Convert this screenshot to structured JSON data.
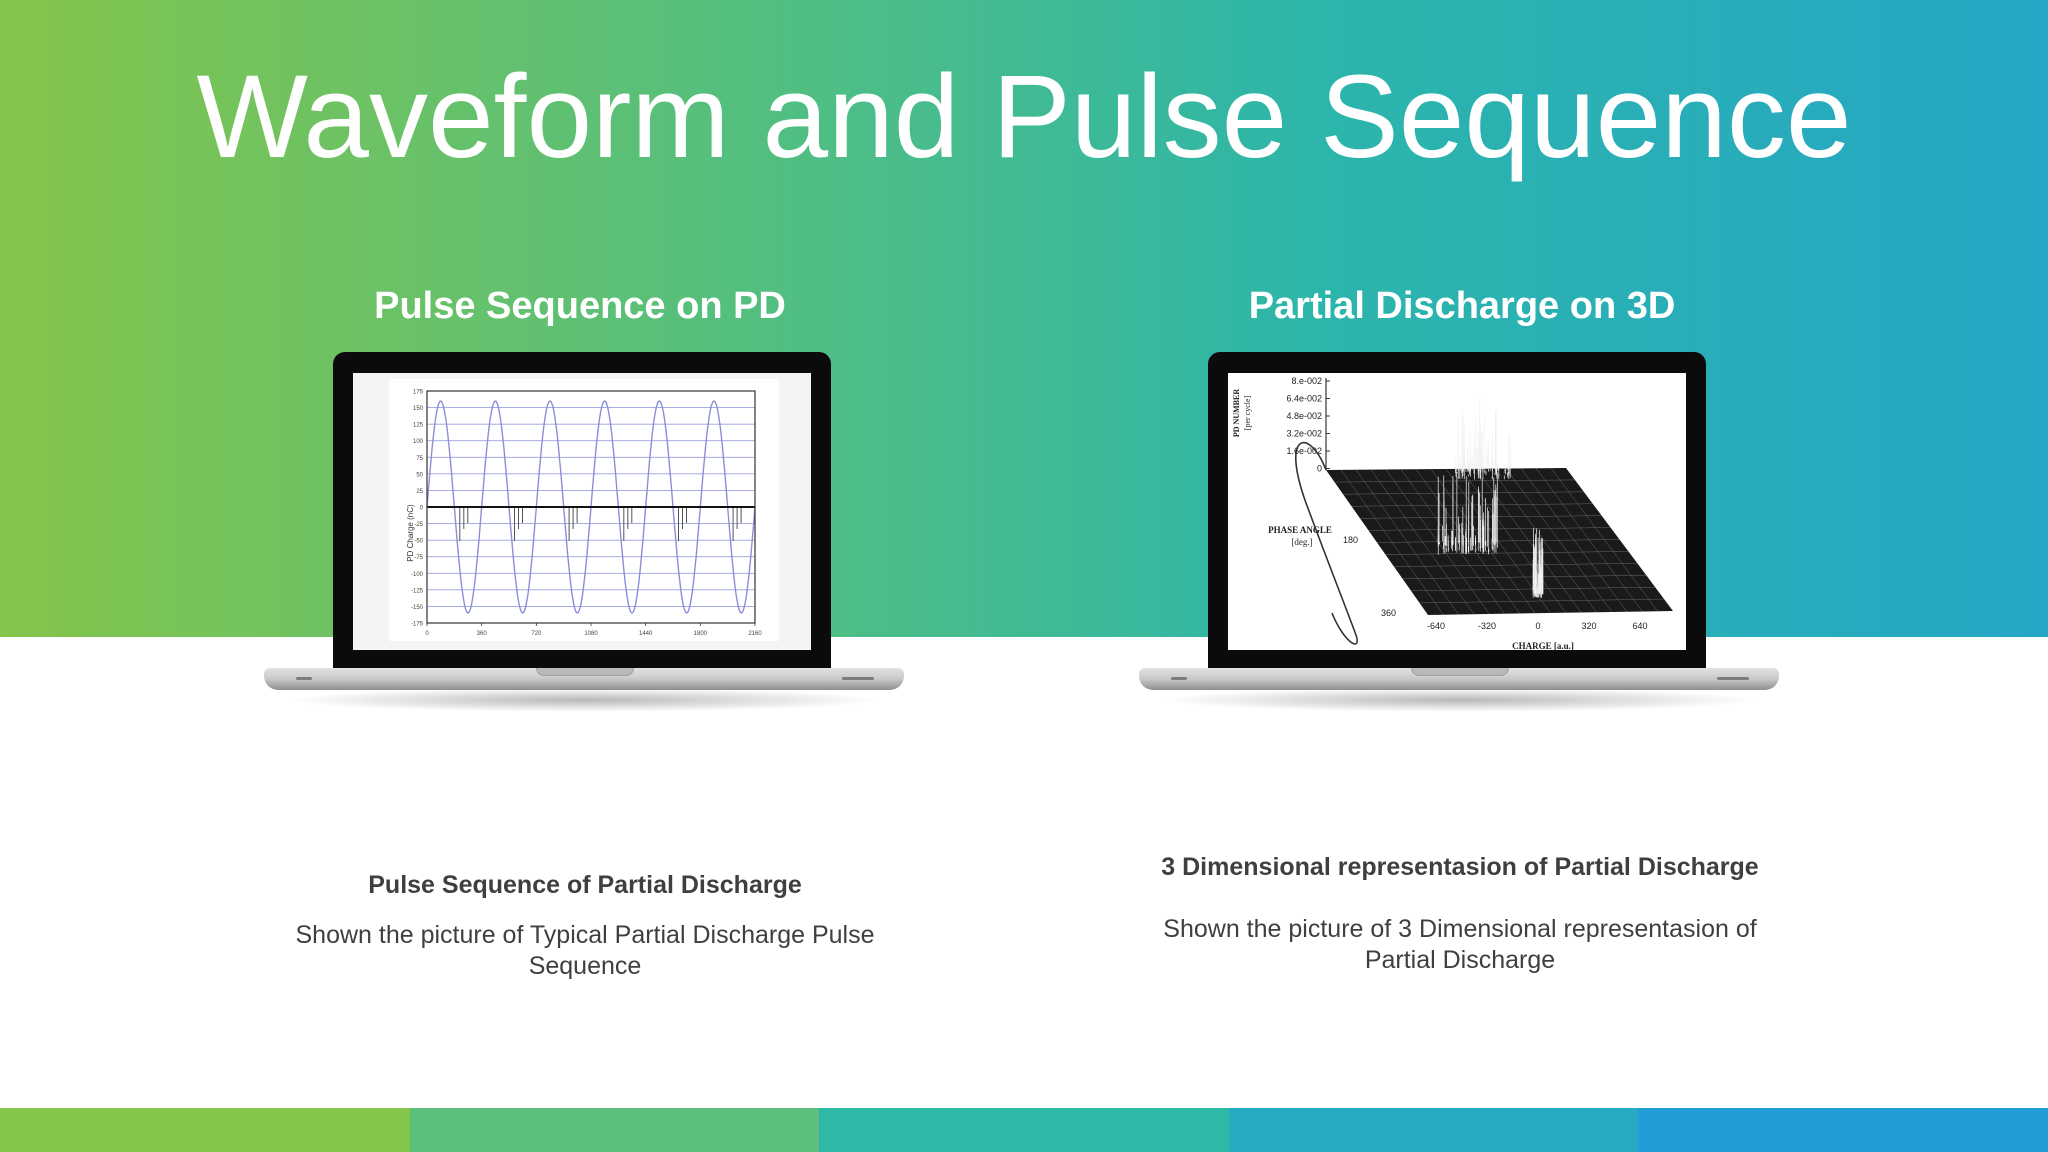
{
  "slide": {
    "title": "Waveform and Pulse Sequence"
  },
  "left": {
    "heading": "Pulse Sequence on PD",
    "caption_title": "Pulse Sequence of Partial Discharge",
    "caption_body": "Shown the picture of Typical Partial Discharge Pulse Sequence",
    "chart": {
      "ylabel": "PD Charge (nC)",
      "yticks": [
        "175",
        "150",
        "125",
        "100",
        "75",
        "50",
        "25",
        "0",
        "-25",
        "-50",
        "-75",
        "-100",
        "-125",
        "-150",
        "-175"
      ],
      "xticks": [
        "0",
        "360",
        "720",
        "1080",
        "1440",
        "1800",
        "2160"
      ]
    }
  },
  "right": {
    "heading": "Partial Discharge on 3D",
    "caption_title": "3 Dimensional representasion of Partial Discharge",
    "caption_body": "Shown the picture of 3 Dimensional representasion of Partial Discharge",
    "chart": {
      "zlabel_1": "PD NUMBER",
      "zlabel_2": "[per cycle]",
      "zticks": [
        "8.e-002",
        "6.4e-002",
        "4.8e-002",
        "3.2e-002",
        "1.6e-002",
        "0"
      ],
      "phase_label_1": "PHASE ANGLE",
      "phase_label_2": "[deg.]",
      "phase_ticks": [
        "180",
        "360"
      ],
      "charge_ticks": [
        "-640",
        "-320",
        "0",
        "320",
        "640"
      ],
      "charge_label": "CHARGE [a.u.]"
    }
  },
  "colors": {
    "gradient_start": "#84c54b",
    "gradient_end": "#25a6c6",
    "footer": [
      "#84c54b",
      "#5cbf7c",
      "#2fb8a6",
      "#26a9c2",
      "#229dd5"
    ]
  }
}
